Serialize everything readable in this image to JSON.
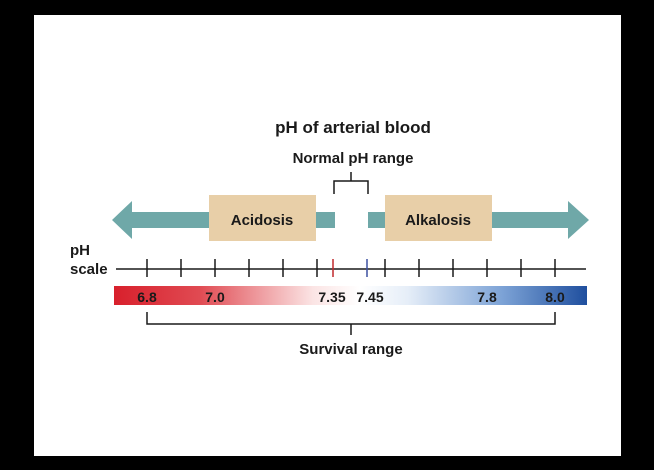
{
  "diagram": {
    "title": "pH of arterial blood",
    "normal_range_label": "Normal pH range",
    "acidosis_label": "Acidosis",
    "alkalosis_label": "Alkalosis",
    "scale_label_line1": "pH",
    "scale_label_line2": "scale",
    "survival_range_label": "Survival range",
    "tick_labels": [
      "6.8",
      "7.0",
      "7.35",
      "7.45",
      "7.8",
      "8.0"
    ],
    "colors": {
      "background": "#000000",
      "panel": "#ffffff",
      "arrow": "#6fa8a8",
      "box": "#e8cfa8",
      "acid": "#d8202c",
      "neutral": "#ffffff",
      "base": "#1f4f9e",
      "acid_marker": "#c0282c",
      "base_marker": "#3c50a0"
    }
  }
}
